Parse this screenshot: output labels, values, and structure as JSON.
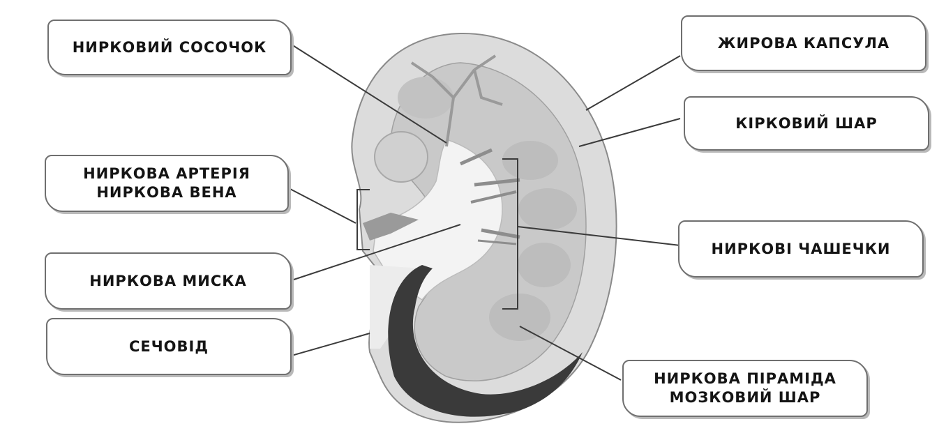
{
  "labels": {
    "papilla": "НИРКОВИЙ СОСОЧОК",
    "artery": "НИРКОВА АРТЕРІЯ",
    "vein": "НИРКОВА ВЕНА",
    "pelvis": "НИРКОВА МИСКА",
    "ureter": "СЕЧОВІД",
    "fat_capsule": "ЖИРОВА КАПСУЛА",
    "cortex": "КІРКОВИЙ ШАР",
    "calyces": "НИРКОВІ ЧАШЕЧКИ",
    "pyramid": "НИРКОВА ПІРАМІДА",
    "medulla": "МОЗКОВИЙ ШАР"
  },
  "colors": {
    "cortex": "#dcdcdc",
    "medulla": "#c6c6c6",
    "pelvis": "#f3f3f3",
    "ureter_dark": "#3a3a3a",
    "line": "#3b3b3b",
    "box_border": "#6f6f6f"
  }
}
